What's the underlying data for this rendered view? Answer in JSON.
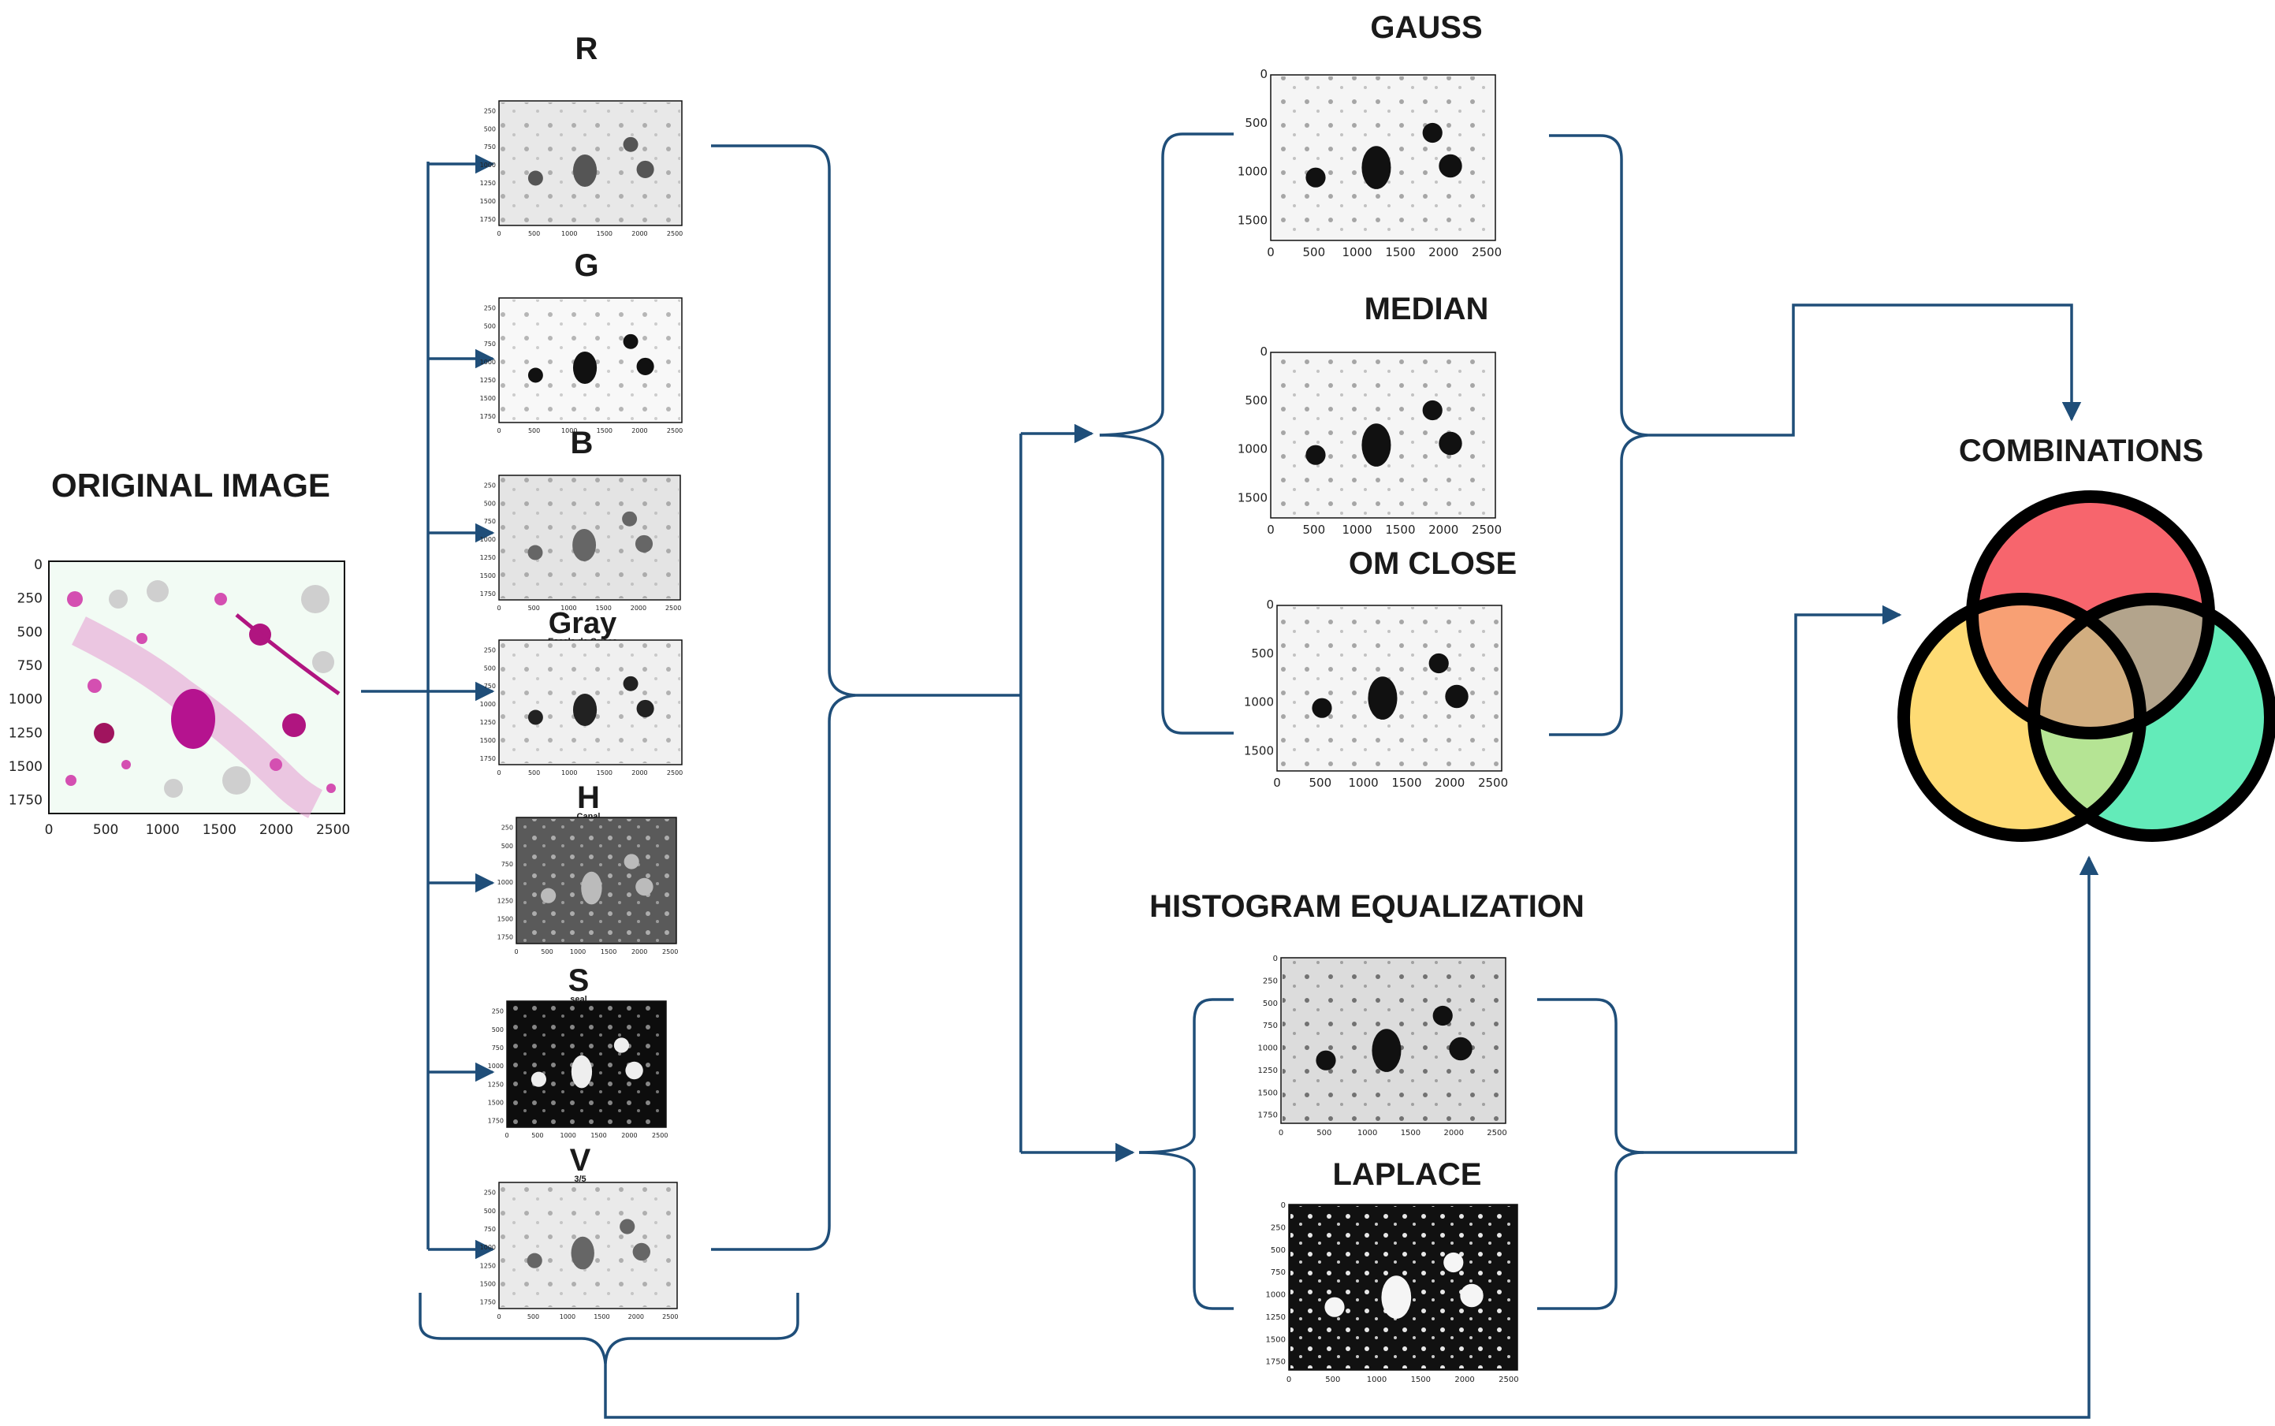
{
  "original": {
    "title": "ORIGINAL IMAGE",
    "y_ticks": [
      "0",
      "250",
      "500",
      "750",
      "1000",
      "1250",
      "1500",
      "1750"
    ],
    "x_ticks": [
      "0",
      "500",
      "1000",
      "1500",
      "2000",
      "2500"
    ]
  },
  "channels": [
    {
      "key": "r",
      "label": "R",
      "sublabel": ""
    },
    {
      "key": "g",
      "label": "G",
      "sublabel": ""
    },
    {
      "key": "b",
      "label": "B",
      "sublabel": ""
    },
    {
      "key": "gray",
      "label": "Gray",
      "sublabel": "Escala de Grises"
    },
    {
      "key": "h",
      "label": "H",
      "sublabel": "Canal"
    },
    {
      "key": "s",
      "label": "S",
      "sublabel": "seal"
    },
    {
      "key": "v",
      "label": "V",
      "sublabel": "3/5"
    }
  ],
  "small_ticks": {
    "y": [
      "250",
      "500",
      "750",
      "1000",
      "1250",
      "1500",
      "1750"
    ],
    "x": [
      "0",
      "500",
      "1000",
      "1500",
      "2000",
      "2500"
    ]
  },
  "filters": [
    {
      "key": "gauss",
      "label": "GAUSS"
    },
    {
      "key": "median",
      "label": "MEDIAN"
    },
    {
      "key": "omclose",
      "label": "OM CLOSE"
    }
  ],
  "filter_ticks": {
    "y": [
      "0",
      "500",
      "1000",
      "1500"
    ],
    "x": [
      "0",
      "500",
      "1000",
      "1500",
      "2000",
      "2500"
    ]
  },
  "enhancements": [
    {
      "key": "histeq",
      "label": "HISTOGRAM EQUALIZATION"
    },
    {
      "key": "laplace",
      "label": "LAPLACE"
    }
  ],
  "enh_ticks": {
    "y": [
      "0",
      "250",
      "500",
      "750",
      "1000",
      "1250",
      "1500",
      "1750"
    ],
    "x": [
      "0",
      "500",
      "1000",
      "1500",
      "2000",
      "2500"
    ]
  },
  "combinations": {
    "label": "COMBINATIONS",
    "circle_colors": {
      "top": "#f7656d",
      "left": "#fedb74",
      "right": "#63ebb9",
      "top_left": "#f8a074",
      "top_right": "#b3a48c",
      "left_right": "#b5e494",
      "center": "#d2ae80"
    }
  },
  "colors": {
    "connector": "#1f4e79",
    "magenta": "#c8179a"
  }
}
